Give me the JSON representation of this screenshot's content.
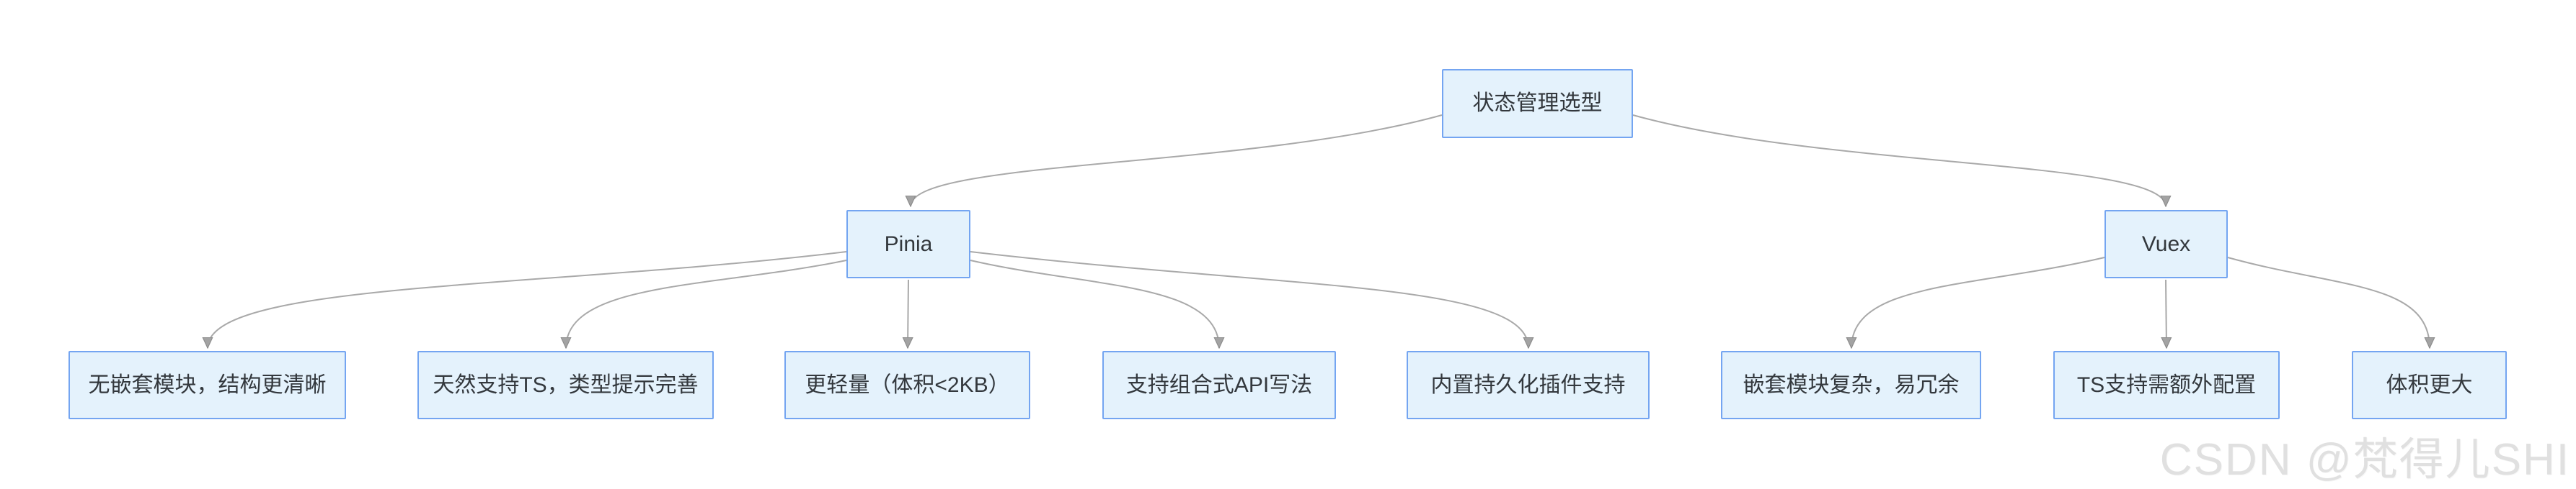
{
  "diagram": {
    "root": {
      "label": "状态管理选型"
    },
    "branches": [
      {
        "label": "Pinia",
        "children": [
          "无嵌套模块，结构更清晰",
          "天然支持TS，类型提示完善",
          "更轻量（体积<2KB）",
          "支持组合式API写法",
          "内置持久化插件支持"
        ]
      },
      {
        "label": "Vuex",
        "children": [
          "嵌套模块复杂，易冗余",
          "TS支持需额外配置",
          "体积更大"
        ]
      }
    ]
  },
  "watermark": {
    "text": "CSDN @梵得儿SHI"
  },
  "theme": {
    "node_fill": "#e4f2fc",
    "node_border": "#74a5f1",
    "edge_color": "#a9a9a9",
    "arrow_fill": "#a3a3a3",
    "arrow_stroke": "#8c8c8c",
    "text_color": "#33383d",
    "watermark_color": "#e0e0e0",
    "bg_color": "#ffffff"
  }
}
